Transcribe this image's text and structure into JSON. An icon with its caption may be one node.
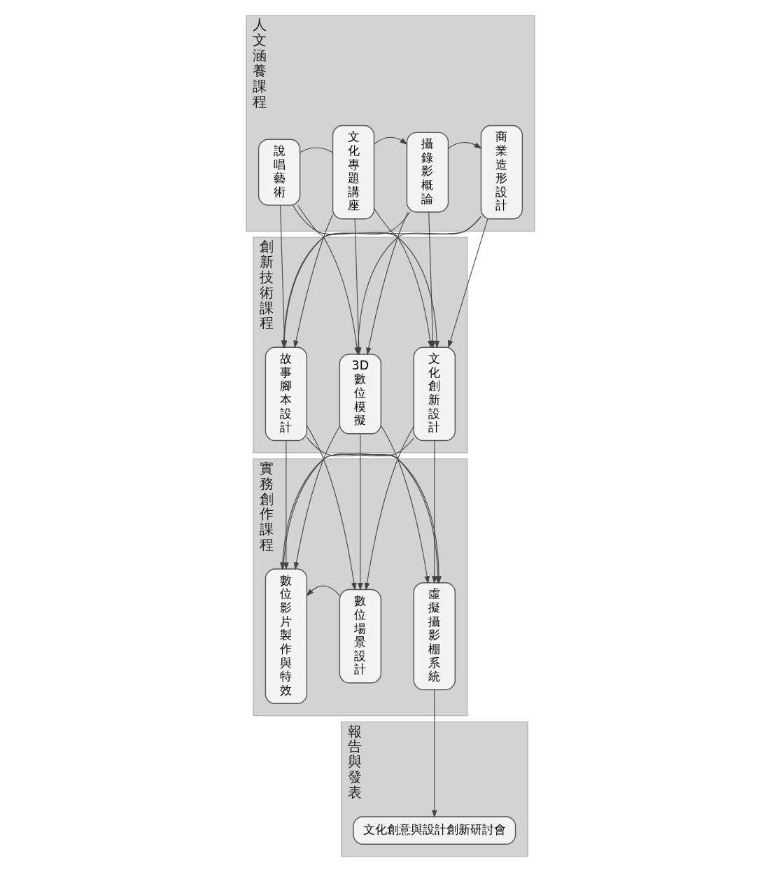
{
  "diagram": {
    "nodes": [
      {
        "text": [
          "人文涵養課程"
        ]
      },
      {
        "text": [
          "說唱藝術"
        ],
        "in": 0
      },
      {
        "text": [
          "文化專題講座"
        ],
        "in": 0
      },
      {
        "text": [
          "攝錄影概論"
        ],
        "in": 0
      },
      {
        "text": [
          "商業造形設計"
        ],
        "in": 0
      },
      {
        "text": [
          "創新技術課程"
        ]
      },
      {
        "text": [
          "文化創新設計"
        ],
        "in": 5
      },
      {
        "text": [
          "故事腳本設計"
        ],
        "in": 5
      },
      {
        "text": [
          "3D數位模擬"
        ],
        "in": 5
      },
      {
        "text": [
          "實務創作課程"
        ]
      },
      {
        "text": [
          "虛擬攝影棚系統"
        ],
        "in": 9
      },
      {
        "text": [
          "數位影片製作與特效"
        ],
        "in": 9
      },
      {
        "text": [
          "數位場景設計"
        ],
        "in": 9
      },
      {
        "text": [
          "報告與發表"
        ]
      },
      {
        "text": [
          "文化創意與設計創新研討會"
        ],
        "in": 13
      }
    ],
    "edges": [
      {
        "from": 1,
        "to": 2,
        "arrow": "none"
      },
      {
        "from": 2,
        "to": 3,
        "arrow": "to"
      },
      {
        "from": 3,
        "to": 4,
        "arrow": "to"
      },
      {
        "from": 1,
        "to": 6,
        "arrow": "to"
      },
      {
        "from": 1,
        "to": 7,
        "arrow": "to"
      },
      {
        "from": 1,
        "to": 8,
        "arrow": "to"
      },
      {
        "from": 2,
        "to": 6,
        "arrow": "to"
      },
      {
        "from": 2,
        "to": 7,
        "arrow": "to"
      },
      {
        "from": 2,
        "to": 8,
        "arrow": "to"
      },
      {
        "from": 3,
        "to": 6,
        "arrow": "to"
      },
      {
        "from": 3,
        "to": 7,
        "arrow": "to"
      },
      {
        "from": 3,
        "to": 8,
        "arrow": "to"
      },
      {
        "from": 4,
        "to": 6,
        "arrow": "to"
      },
      {
        "from": 4,
        "to": 7,
        "arrow": "to"
      },
      {
        "from": 4,
        "to": 8,
        "arrow": "to"
      },
      {
        "from": 6,
        "to": 10,
        "arrow": "to"
      },
      {
        "from": 6,
        "to": 11,
        "arrow": "to"
      },
      {
        "from": 6,
        "to": 12,
        "arrow": "to"
      },
      {
        "from": 7,
        "to": 10,
        "arrow": "to"
      },
      {
        "from": 7,
        "to": 11,
        "arrow": "to"
      },
      {
        "from": 7,
        "to": 12,
        "arrow": "to"
      },
      {
        "from": 8,
        "to": 10,
        "arrow": "to"
      },
      {
        "from": 8,
        "to": 11,
        "arrow": "to"
      },
      {
        "from": 8,
        "to": 12,
        "arrow": "to"
      },
      {
        "from": 12,
        "to": 11,
        "arrow": "to"
      },
      {
        "from": 11,
        "to": 10,
        "arrow": "to"
      },
      {
        "from": 10,
        "to": 14,
        "arrow": "to"
      }
    ]
  }
}
